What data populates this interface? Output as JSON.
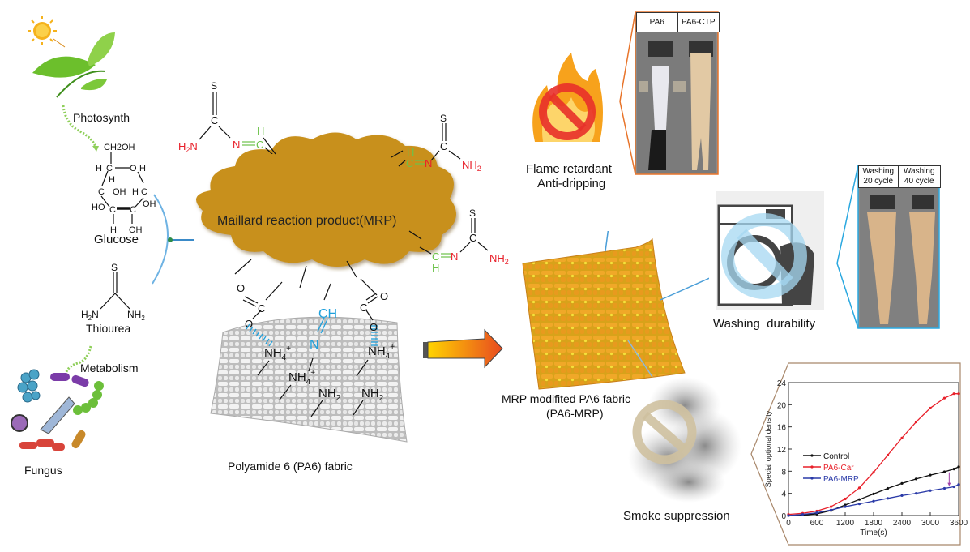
{
  "left_panel": {
    "photosynthesis_label": "Photosynth",
    "glucose_label": "Glucose",
    "glucose_atoms": {
      "ch2oh": "CH2OH",
      "h": "H",
      "c": "C",
      "o": "O",
      "oh": "OH",
      "ho": "HO"
    },
    "thiourea_label": "Thiourea",
    "thiourea_atoms": {
      "s": "S",
      "c": "C",
      "h2n": "H2N",
      "nh2": "NH2"
    },
    "metabolism_label": "Metabolism",
    "fungus_label": "Fungus"
  },
  "center": {
    "cloud_label": "Maillard reaction product(MRP)",
    "cloud_color": "#c8901a",
    "groups": [
      {
        "id": "top-left",
        "s": "S",
        "c": "C",
        "amine": "H2N",
        "imine_n": "N",
        "imine_c": "C",
        "imine_h": "H"
      },
      {
        "id": "top-right",
        "s": "S",
        "c": "C",
        "amine": "NH2",
        "imine_n": "N",
        "imine_c": "C",
        "imine_h": "H"
      },
      {
        "id": "mid-right",
        "s": "S",
        "c": "C",
        "amine": "NH2",
        "imine_n": "N",
        "imine_c": "C",
        "imine_h": "H"
      }
    ],
    "bonding": {
      "carboxyl_left": {
        "o": "O",
        "c": "C",
        "o_minus": "O"
      },
      "carboxyl_right": {
        "o": "O",
        "c": "C",
        "o_minus": "O"
      },
      "imine": {
        "ch": "CH",
        "n": "N"
      },
      "fabric_groups": [
        "NH4+",
        "NH4+",
        "NH4+",
        "NH2",
        "NH2"
      ]
    },
    "fabric_label": "Polyamide 6 (PA6) fabric"
  },
  "right": {
    "modified_fabric_label_line1": "MRP modifited PA6 fabric",
    "modified_fabric_label_line2": "(PA6-MRP)",
    "flame": {
      "label_line1": "Flame retardant",
      "label_line2": "Anti-dripping",
      "photo_headers": [
        "PA6",
        "PA6-CTP"
      ],
      "frame_color": "#e8742a"
    },
    "washing": {
      "label": "Washing  durability",
      "photo_headers": [
        "Washing\n20 cycle",
        "Washing\n40 cycle"
      ],
      "photo_header_lines": [
        [
          "Washing",
          "20 cycle"
        ],
        [
          "Washing",
          "40 cycle"
        ]
      ],
      "frame_color": "#2aa8e0"
    },
    "smoke": {
      "label": "Smoke suppression",
      "frame_color": "#a8876a"
    }
  },
  "chart_data": {
    "type": "line",
    "title": "",
    "xlabel": "Time(s)",
    "ylabel": "Special optional density",
    "xlim": [
      0,
      3600
    ],
    "ylim": [
      0,
      24
    ],
    "xticks": [
      0,
      600,
      1200,
      1800,
      2400,
      3000,
      3600
    ],
    "yticks": [
      0,
      4,
      8,
      12,
      16,
      20,
      24
    ],
    "grid": false,
    "legend_position": "center-left",
    "x": [
      0,
      300,
      600,
      900,
      1200,
      1500,
      1800,
      2100,
      2400,
      2700,
      3000,
      3300,
      3500,
      3600
    ],
    "series": [
      {
        "name": "Control",
        "color": "#111111",
        "values": [
          0,
          0.1,
          0.3,
          0.9,
          1.9,
          2.9,
          3.9,
          4.9,
          5.8,
          6.6,
          7.3,
          7.9,
          8.4,
          8.8
        ]
      },
      {
        "name": "PA6-Car",
        "color": "#e8202a",
        "values": [
          0.2,
          0.4,
          0.8,
          1.6,
          3.0,
          5.0,
          7.8,
          10.9,
          14.0,
          16.9,
          19.4,
          21.2,
          22.0,
          22.0
        ]
      },
      {
        "name": "PA6-MRP",
        "color": "#2a3aa8",
        "values": [
          0,
          0.2,
          0.5,
          1.0,
          1.6,
          2.1,
          2.6,
          3.1,
          3.6,
          4.0,
          4.5,
          4.9,
          5.2,
          5.6
        ]
      }
    ],
    "annotation": "arrow pointing to PA6-MRP at ~3400 s"
  }
}
